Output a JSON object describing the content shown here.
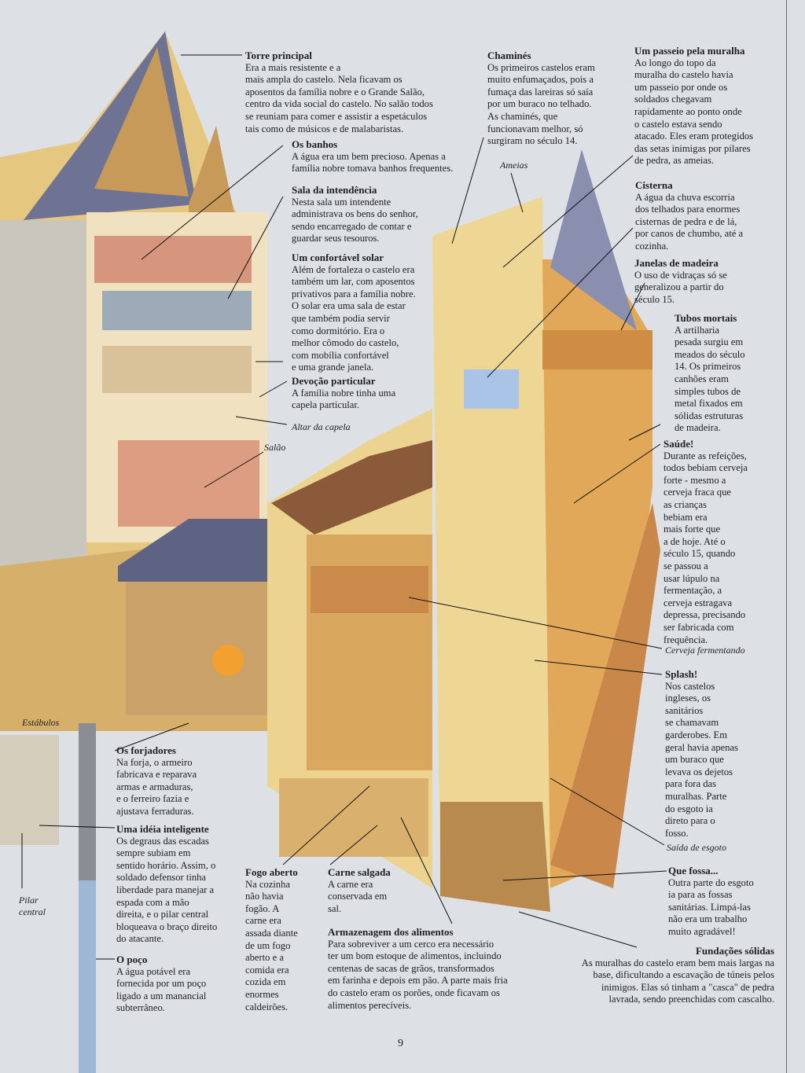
{
  "page_number": "9",
  "colors": {
    "page": "#dde1e6",
    "stone": "#e9cc82",
    "slate": "#6e7394",
    "tower": "#e2a85a",
    "water": "#9fb8d6"
  },
  "annotations": {
    "torre": {
      "title": "Torre principal",
      "body": "Era a mais resistente e a\nmais ampla do castelo. Nela ficavam os\naposentos da família nobre e o Grande Salão,\ncentro da vida social do castelo. No salão todos\nse reuniam para comer e assistir a espetáculos\ntais como de músicos e de malabaristas."
    },
    "banhos": {
      "title": "Os banhos",
      "body": "A água era um bem precioso. Apenas a\nfamília nobre tomava banhos frequentes."
    },
    "intendencia": {
      "title": "Sala da intendência",
      "body": "Nesta sala um intendente\nadministrava os bens do senhor,\nsendo encarregado de contar e\nguardar seus tesouros."
    },
    "solar": {
      "title": "Um confortável solar",
      "body": "Além de fortaleza o castelo era\ntambém um lar, com aposentos\nprivativos para a família nobre.\nO solar era uma sala de estar\nque também podia servir\ncomo dormitório. Era o\nmelhor cômodo do castelo,\ncom mobília confortável\ne uma grande janela."
    },
    "devocao": {
      "title": "Devoção particular",
      "body": "A família nobre tinha uma\ncapela particular."
    },
    "chamines": {
      "title": "Chaminés",
      "body": "Os primeiros castelos eram\nmuito enfumaçados, pois a\nfumaça das lareiras só saía\npor um buraco no telhado.\nAs chaminés, que\nfuncionavam melhor, só\nsurgiram no século 14."
    },
    "passeio": {
      "title": "Um passeio pela muralha",
      "body": "Ao longo do topo da\nmuralha do castelo havia\num passeio por onde os\nsoldados chegavam\nrapidamente ao ponto onde\no castelo estava sendo\natacado. Eles eram protegidos\ndas setas inimigas por pilares\nde pedra, as ameias."
    },
    "cisterna": {
      "title": "Cisterna",
      "body": "A água da chuva escorria\ndos telhados para enormes\ncisternas de pedra e de lá,\npor canos de chumbo, até a\ncozinha."
    },
    "janelas": {
      "title": "Janelas de madeira",
      "body": "O uso de vidraças só se\ngeneralizou a partir do\nséculo 15."
    },
    "tubos": {
      "title": "Tubos mortais",
      "body": "A artilharia\npesada surgiu em\nmeados do século\n14. Os primeiros\ncanhões eram\nsimples tubos de\nmetal fixados em\nsólidas estruturas\nde madeira."
    },
    "saude": {
      "title": "Saúde!",
      "body": "Durante as refeições,\ntodos bebiam cerveja\nforte - mesmo a\ncerveja fraca que\nas crianças\nbebiam era\nmais forte que\na de hoje. Até o\nséculo 15, quando\nse passou a\nusar lúpulo na\nfermentação, a\ncerveja estragava\ndepressa, precisando\nser fabricada com\nfrequência."
    },
    "splash": {
      "title": "Splash!",
      "body": "Nos castelos\ningleses, os\nsanitários\nse chamavam\ngarderobes. Em\ngeral havia apenas\num buraco que\nlevava os dejetos\npara fora das\nmuralhas. Parte\ndo esgoto ia\ndireto para o\nfosso."
    },
    "fossa": {
      "title": "Que fossa...",
      "body": "Outra parte do esgoto\nia para as fossas\nsanitárias. Limpá-las\nnão era um trabalho\nmuito agradável!"
    },
    "fundacoes": {
      "title": "Fundações sólidas",
      "body": "As muralhas do castelo eram bem mais largas na\nbase, dificultando a escavação de túneis pelos\ninimigos. Elas só tinham a \"casca\" de pedra\nlavrada, sendo preenchidas com cascalho."
    },
    "fogo": {
      "title": "Fogo aberto",
      "body": "Na cozinha\nnão havia\nfogão. A\ncarne era\nassada diante\nde um fogo\naberto e a\ncomida era\ncozida em\nenormes\ncaldeirões."
    },
    "carne": {
      "title": "Carne salgada",
      "body": "A carne era\nconservada em\nsal."
    },
    "armazenagem": {
      "title": "Armazenagem dos alimentos",
      "body": "Para sobreviver a um cerco era necessário\nter um bom estoque de alimentos, incluindo\ncentenas de sacas de grãos, transformados\nem farinha e depois em pão. A parte mais fria\ndo castelo eram os porões, onde ficavam os\nalimentos perecíveis."
    },
    "forjadores": {
      "title": "Os forjadores",
      "body": "Na forja, o armeiro\nfabricava e reparava\narmas e armaduras,\ne o ferreiro fazia e\najustava ferraduras."
    },
    "ideia": {
      "title": "Uma idéia inteligente",
      "body": "Os degraus das escadas\nsempre subiam em\nsentido horário. Assim, o\nsoldado defensor tinha\nliberdade para manejar a\nespada com a mão\ndireita, e o pilar central\nbloqueava o braço direito\ndo atacante."
    },
    "poco": {
      "title": "O poço",
      "body": "A água potável era\nfornecida por um poço\nligado a um manancial\nsubterrâneo."
    }
  },
  "captions": {
    "altar": "Altar da capela",
    "salao": "Salão",
    "ameias": "Ameias",
    "cerveja": "Cerveja fermentando",
    "saida": "Saída de esgoto",
    "estabulos": "Estábulos",
    "pilar": "Pilar\ncentral"
  }
}
